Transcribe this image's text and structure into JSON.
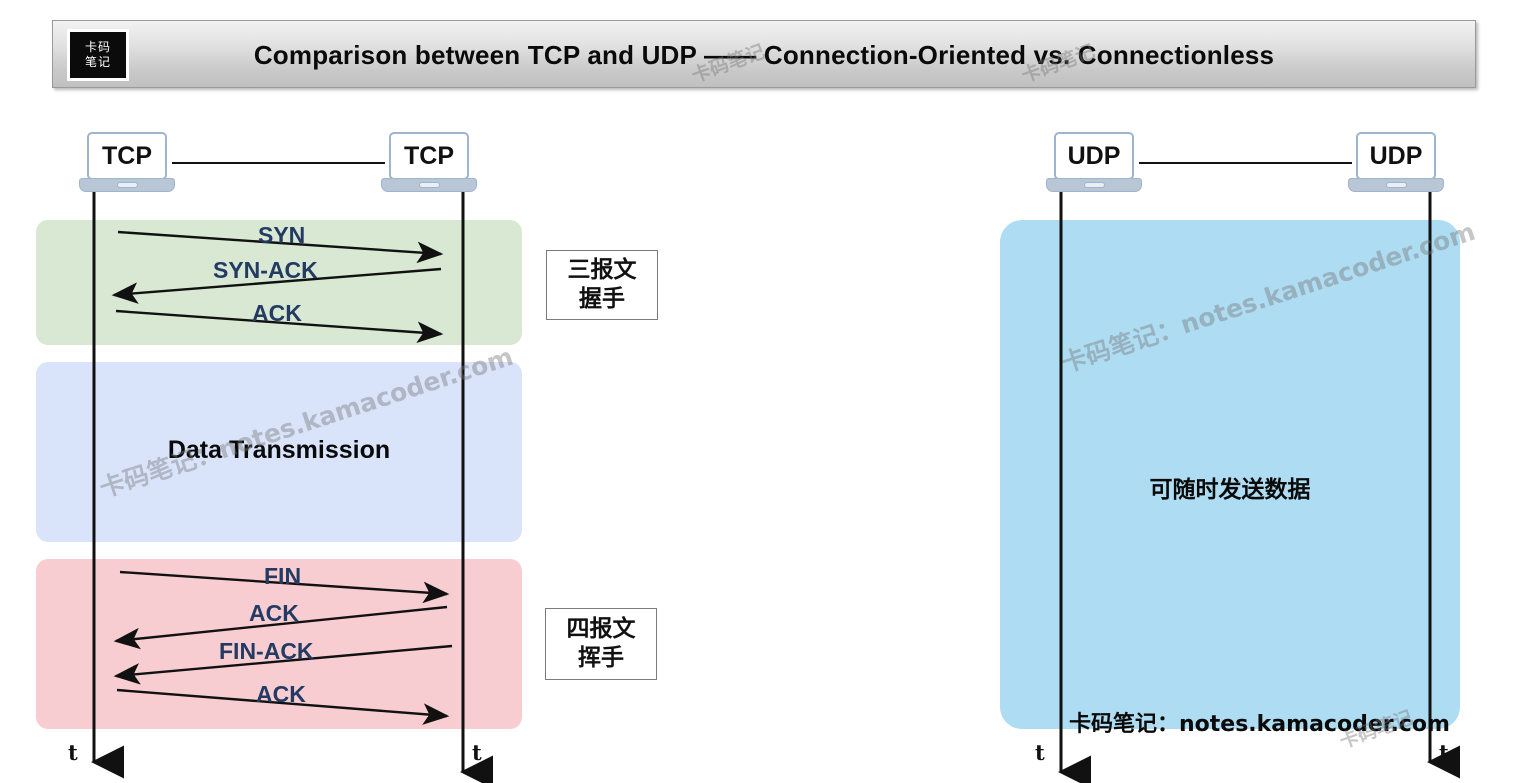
{
  "header": {
    "logo_line1": "卡码",
    "logo_line2": "笔记",
    "title": "Comparison between TCP and UDP —— Connection-Oriented vs. Connectionless"
  },
  "tcp": {
    "node_left_label": "TCP",
    "node_right_label": "TCP",
    "handshake": {
      "fill": "#d9e8d2",
      "messages": [
        {
          "label": "SYN",
          "direction": "right"
        },
        {
          "label": "SYN-ACK",
          "direction": "left"
        },
        {
          "label": "ACK",
          "direction": "right"
        }
      ],
      "note": {
        "line1": "三报文",
        "line2": "握手"
      }
    },
    "data_phase": {
      "fill": "#d9e4fb",
      "label": "Data Transmission"
    },
    "teardown": {
      "fill": "#f8cdd2",
      "messages": [
        {
          "label": "FIN",
          "direction": "right"
        },
        {
          "label": "ACK",
          "direction": "left"
        },
        {
          "label": "FIN-ACK",
          "direction": "left"
        },
        {
          "label": "ACK",
          "direction": "right"
        }
      ],
      "note": {
        "line1": "四报文",
        "line2": "挥手"
      }
    },
    "axis_left_label": "t",
    "axis_right_label": "t"
  },
  "udp": {
    "node_left_label": "UDP",
    "node_right_label": "UDP",
    "box": {
      "fill": "#aedcf2",
      "label": "可随时发送数据",
      "footer": "卡码笔记：notes.kamacoder.com"
    },
    "axis_left_label": "t",
    "axis_right_label": "t"
  },
  "watermarks": {
    "brand_short": "卡码笔记",
    "brand_full": "卡码笔记：notes.kamacoder.com"
  },
  "colors": {
    "handshake_green": "#d9e8d2",
    "data_blue": "#d9e4fb",
    "teardown_pink": "#f8cdd2",
    "udp_blue": "#aedcf2",
    "msg_text": "#233b63",
    "laptop_outline": "#9fb4cd"
  }
}
